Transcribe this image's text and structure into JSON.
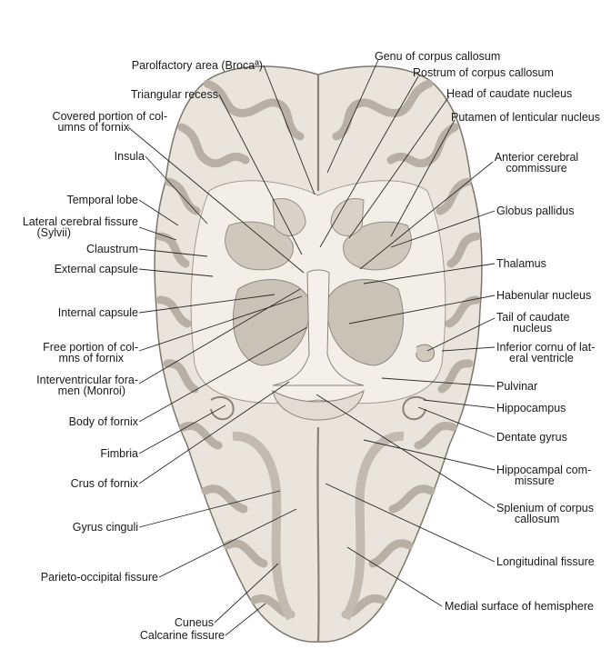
{
  "colors": {
    "tissue_light": "#efebe4",
    "tissue_mid": "#dcd6cc",
    "tissue_dark": "#c9c2b7",
    "outline": "#7d766d",
    "leader": "#2a2a2a"
  },
  "labels_left": [
    {
      "key": "broca",
      "text": "Parolfactory area (Brocaª)"
    },
    {
      "key": "triangular",
      "text": "Triangular recess"
    },
    {
      "key": "covered_fornix_1",
      "text": "Covered portion of col-"
    },
    {
      "key": "covered_fornix_2",
      "text": "umns of fornix"
    },
    {
      "key": "insula",
      "text": "Insula"
    },
    {
      "key": "temporal",
      "text": "Temporal lobe"
    },
    {
      "key": "lateral_fissure_1",
      "text": "Lateral cerebral fissure"
    },
    {
      "key": "lateral_fissure_2",
      "text": "(Sylvii)"
    },
    {
      "key": "claustrum",
      "text": "Claustrum"
    },
    {
      "key": "external_capsule",
      "text": "External capsule"
    },
    {
      "key": "internal_capsule",
      "text": "Internal capsule"
    },
    {
      "key": "free_fornix_1",
      "text": "Free portion of col-"
    },
    {
      "key": "free_fornix_2",
      "text": "mns of fornix"
    },
    {
      "key": "interventricular_1",
      "text": "Interventricular fora-"
    },
    {
      "key": "interventricular_2",
      "text": "men (Monroi)"
    },
    {
      "key": "body_fornix",
      "text": "Body of fornix"
    },
    {
      "key": "fimbria",
      "text": "Fimbria"
    },
    {
      "key": "crus_fornix",
      "text": "Crus of fornix"
    },
    {
      "key": "gyrus_cinguli",
      "text": "Gyrus cinguli"
    },
    {
      "key": "parieto_occipital",
      "text": "Parieto-occipital fissure"
    },
    {
      "key": "cuneus",
      "text": "Cuneus"
    },
    {
      "key": "calcarine",
      "text": "Calcarine fissure"
    }
  ],
  "labels_right": [
    {
      "key": "genu",
      "text": "Genu of corpus callosum"
    },
    {
      "key": "rostrum",
      "text": "Rostrum of corpus callosum"
    },
    {
      "key": "head_caudate",
      "text": "Head of caudate nucleus"
    },
    {
      "key": "putamen",
      "text": "Putamen of lenticular nucleus"
    },
    {
      "key": "anterior_commissure_1",
      "text": "Anterior cerebral"
    },
    {
      "key": "anterior_commissure_2",
      "text": "commissure"
    },
    {
      "key": "globus",
      "text": "Globus pallidus"
    },
    {
      "key": "thalamus",
      "text": "Thalamus"
    },
    {
      "key": "habenular",
      "text": "Habenular nucleus"
    },
    {
      "key": "tail_caudate_1",
      "text": "Tail of caudate"
    },
    {
      "key": "tail_caudate_2",
      "text": "nucleus"
    },
    {
      "key": "inferior_cornu_1",
      "text": "Inferior cornu of lat-"
    },
    {
      "key": "inferior_cornu_2",
      "text": "eral ventricle"
    },
    {
      "key": "pulvinar",
      "text": "Pulvinar"
    },
    {
      "key": "hippocampus",
      "text": "Hippocampus"
    },
    {
      "key": "dentate",
      "text": "Dentate gyrus"
    },
    {
      "key": "hippocampal_commissure_1",
      "text": "Hippocampal com-"
    },
    {
      "key": "hippocampal_commissure_2",
      "text": "missure"
    },
    {
      "key": "splenium_1",
      "text": "Splenium of corpus"
    },
    {
      "key": "splenium_2",
      "text": "callosum"
    },
    {
      "key": "longitudinal",
      "text": "Longitudinal fissure"
    },
    {
      "key": "medial_surface",
      "text": "Medial surface of hemisphere"
    }
  ]
}
